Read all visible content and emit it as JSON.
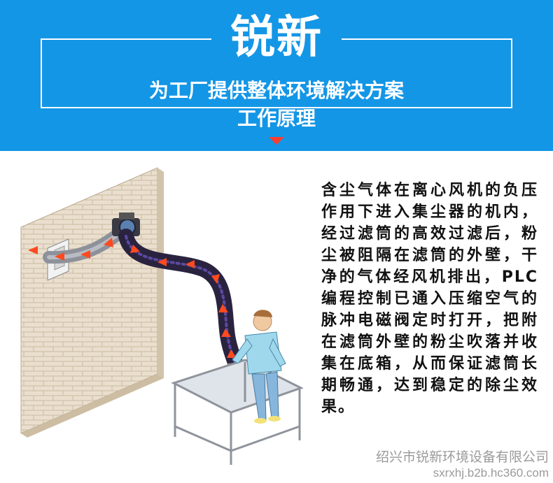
{
  "header": {
    "brand": "锐新",
    "slogan": "为工厂提供整体环境解决方案",
    "subtitle": "工作原理"
  },
  "description": "含尘气体在离心风机的负压作用下进入集尘器的机内，经过滤筒的高效过滤后，粉尘被阻隔在滤筒的外壁，干净的气体经风机排出，PLC 编程控制已通入压缩空气的脉冲电磁阀定时打开，把附在滤筒外壁的粉尘吹落并收集在底箱，从而保证滤筒长期畅通，达到稳定的除尘效果。",
  "watermark": {
    "company": "绍兴市锐新环境设备有限公司",
    "url": "sxrxhj.b2b.hc360.com"
  },
  "colors": {
    "banner": "#1496e6",
    "accent": "#ff3d2e",
    "wall": "#e8dccb",
    "duct": "#2a2340"
  }
}
